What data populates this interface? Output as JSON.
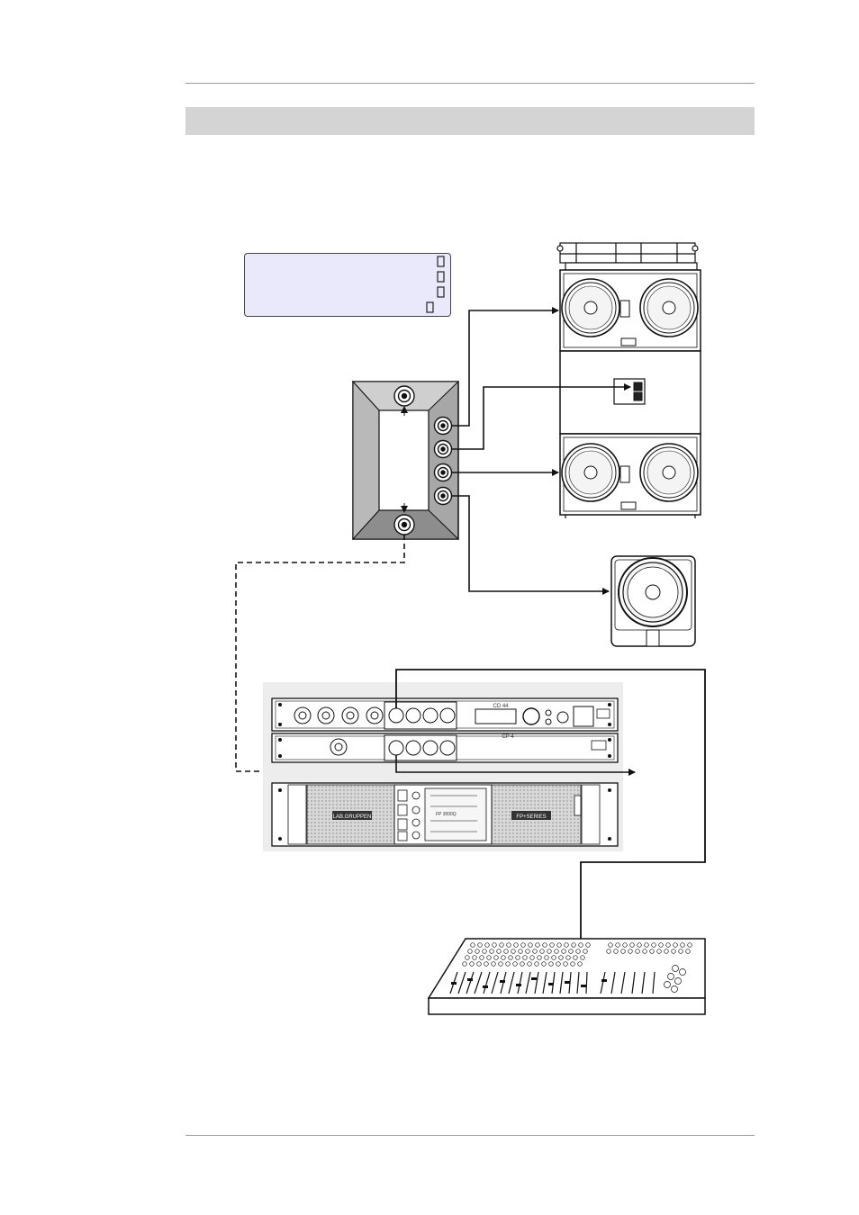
{
  "rack": {
    "processor_model": "CD 44",
    "panel_model": "CP 4",
    "amp_brand": "LAB.GRUPPEN",
    "amp_series": "FP+SERIES",
    "amp_model": "FP 3000Q"
  }
}
